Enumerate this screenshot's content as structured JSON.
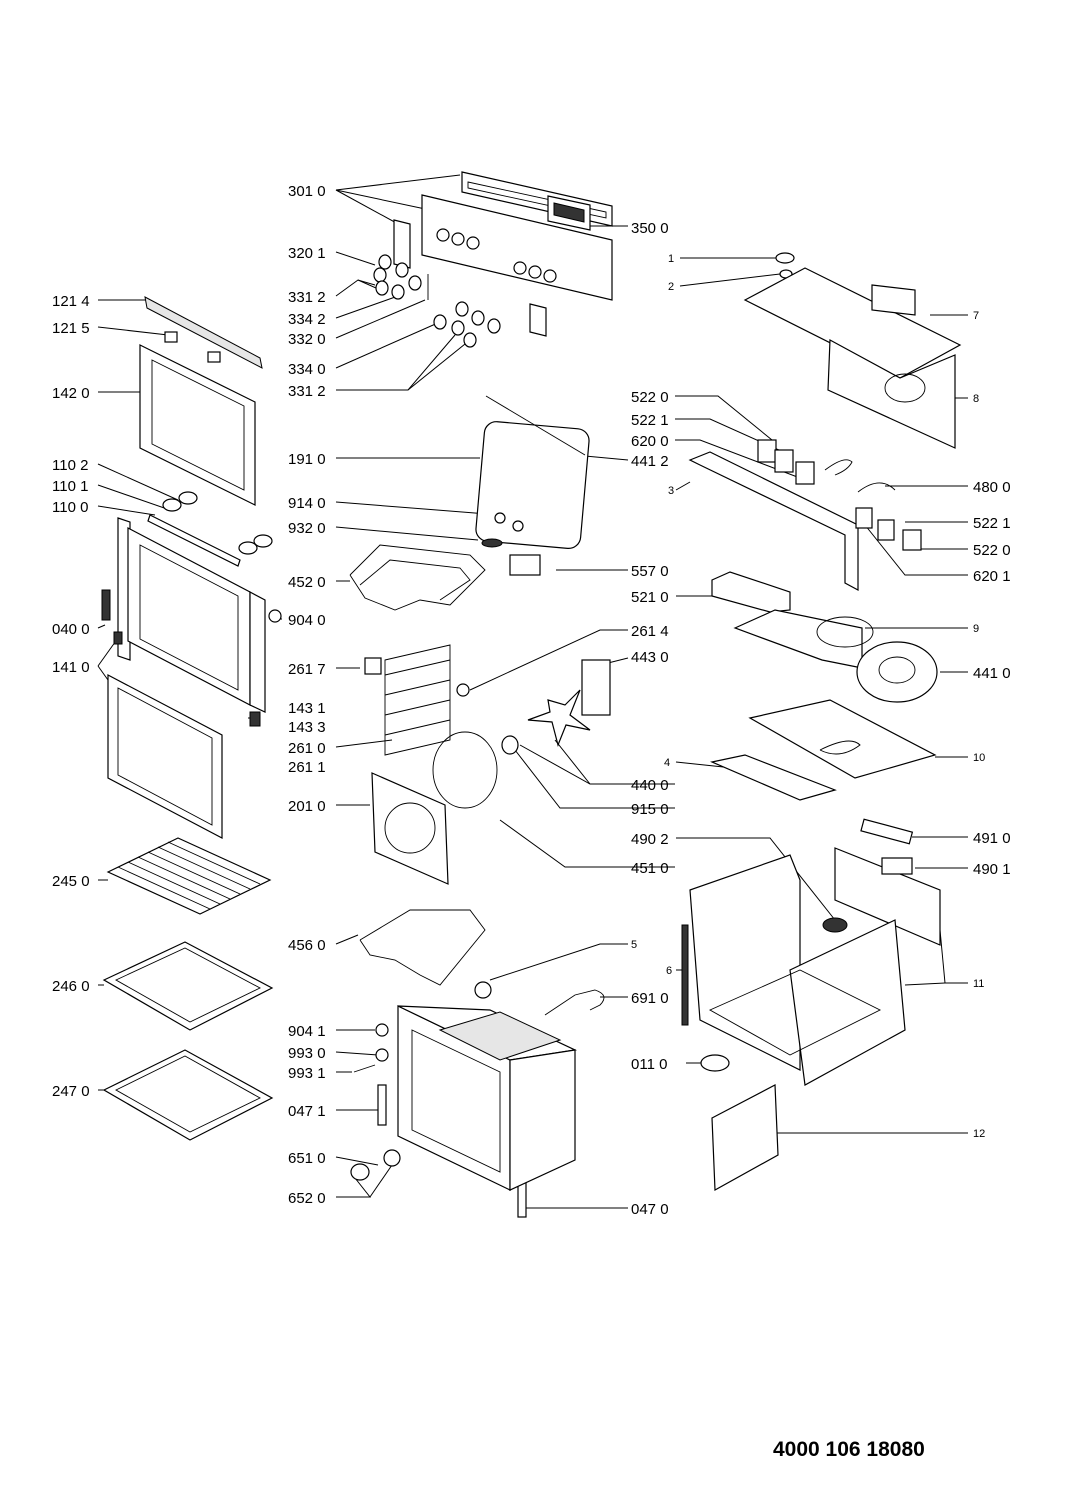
{
  "drawing_number": "4000 106 18080",
  "labels": [
    {
      "id": "l-3010",
      "text": "301 0"
    },
    {
      "id": "l-3500",
      "text": "350 0"
    },
    {
      "id": "l-3201",
      "text": "320 1"
    },
    {
      "id": "l-3312a",
      "text": "331 2"
    },
    {
      "id": "l-3342",
      "text": "334 2"
    },
    {
      "id": "l-3320",
      "text": "332 0"
    },
    {
      "id": "l-3340",
      "text": "334 0"
    },
    {
      "id": "l-3312b",
      "text": "331 2"
    },
    {
      "id": "l-1214",
      "text": "121 4"
    },
    {
      "id": "l-1215",
      "text": "121 5"
    },
    {
      "id": "l-1420",
      "text": "142 0"
    },
    {
      "id": "l-1102",
      "text": "110 2"
    },
    {
      "id": "l-1101",
      "text": "110 1"
    },
    {
      "id": "l-1100",
      "text": "110 0"
    },
    {
      "id": "l-0400",
      "text": "040 0"
    },
    {
      "id": "l-1410",
      "text": "141 0"
    },
    {
      "id": "l-1431",
      "text": "143 1"
    },
    {
      "id": "l-1433",
      "text": "143 3"
    },
    {
      "id": "l-1910",
      "text": "191 0"
    },
    {
      "id": "l-4412",
      "text": "441 2"
    },
    {
      "id": "l-9140",
      "text": "914 0"
    },
    {
      "id": "l-9320",
      "text": "932 0"
    },
    {
      "id": "l-4520",
      "text": "452 0"
    },
    {
      "id": "l-5570",
      "text": "557 0"
    },
    {
      "id": "l-9040a",
      "text": "904 0"
    },
    {
      "id": "l-2614",
      "text": "261 4"
    },
    {
      "id": "l-4430",
      "text": "443 0"
    },
    {
      "id": "l-2617",
      "text": "261 7"
    },
    {
      "id": "l-2610",
      "text": "261 0"
    },
    {
      "id": "l-2611",
      "text": "261 1"
    },
    {
      "id": "l-4400",
      "text": "440 0"
    },
    {
      "id": "l-9150",
      "text": "915 0"
    },
    {
      "id": "l-2010",
      "text": "201 0"
    },
    {
      "id": "l-4510",
      "text": "451 0"
    },
    {
      "id": "l-2450",
      "text": "245 0"
    },
    {
      "id": "l-4560",
      "text": "456 0"
    },
    {
      "id": "l-2460",
      "text": "246 0"
    },
    {
      "id": "l-5",
      "text": "5"
    },
    {
      "id": "l-6910",
      "text": "691 0"
    },
    {
      "id": "l-9041",
      "text": "904 1"
    },
    {
      "id": "l-9930",
      "text": "993 0"
    },
    {
      "id": "l-9931",
      "text": "993 1"
    },
    {
      "id": "l-2470",
      "text": "247 0"
    },
    {
      "id": "l-0471",
      "text": "047 1"
    },
    {
      "id": "l-6510",
      "text": "651 0"
    },
    {
      "id": "l-6520",
      "text": "652 0"
    },
    {
      "id": "l-0470",
      "text": "047 0"
    },
    {
      "id": "l-1",
      "text": "1"
    },
    {
      "id": "l-2",
      "text": "2"
    },
    {
      "id": "l-7",
      "text": "7"
    },
    {
      "id": "l-8",
      "text": "8"
    },
    {
      "id": "l-5220a",
      "text": "522 0"
    },
    {
      "id": "l-5221a",
      "text": "522 1"
    },
    {
      "id": "l-6200",
      "text": "620 0"
    },
    {
      "id": "l-3",
      "text": "3"
    },
    {
      "id": "l-4800",
      "text": "480 0"
    },
    {
      "id": "l-5221b",
      "text": "522 1"
    },
    {
      "id": "l-5220b",
      "text": "522 0"
    },
    {
      "id": "l-6201",
      "text": "620 1"
    },
    {
      "id": "l-5210",
      "text": "521 0"
    },
    {
      "id": "l-9",
      "text": "9"
    },
    {
      "id": "l-4410",
      "text": "441 0"
    },
    {
      "id": "l-10",
      "text": "10"
    },
    {
      "id": "l-4",
      "text": "4"
    },
    {
      "id": "l-4902",
      "text": "490 2"
    },
    {
      "id": "l-4910",
      "text": "491 0"
    },
    {
      "id": "l-4901",
      "text": "490 1"
    },
    {
      "id": "l-6",
      "text": "6"
    },
    {
      "id": "l-11",
      "text": "11"
    },
    {
      "id": "l-0110",
      "text": "011 0"
    },
    {
      "id": "l-12",
      "text": "12"
    }
  ]
}
